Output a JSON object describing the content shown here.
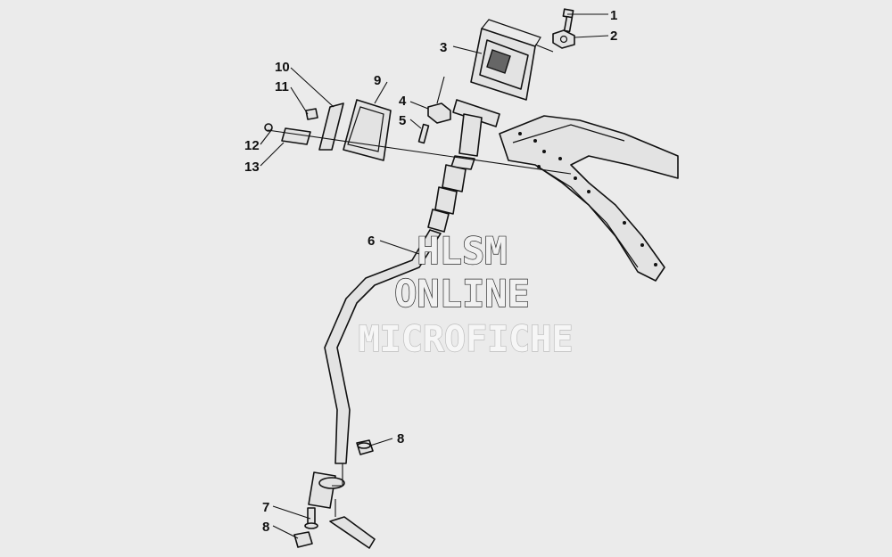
{
  "diagram": {
    "callouts": [
      {
        "id": "1",
        "label": "1"
      },
      {
        "id": "2",
        "label": "2"
      },
      {
        "id": "3",
        "label": "3"
      },
      {
        "id": "4",
        "label": "4"
      },
      {
        "id": "5",
        "label": "5"
      },
      {
        "id": "6",
        "label": "6"
      },
      {
        "id": "7",
        "label": "7"
      },
      {
        "id": "8a",
        "label": "8"
      },
      {
        "id": "8b",
        "label": "8"
      },
      {
        "id": "9",
        "label": "9"
      },
      {
        "id": "10",
        "label": "10"
      },
      {
        "id": "11",
        "label": "11"
      },
      {
        "id": "12",
        "label": "12"
      },
      {
        "id": "13",
        "label": "13"
      }
    ]
  },
  "watermark": {
    "line1": "HLSM",
    "line2": "ONLINE",
    "line3": "MICROFICHE"
  },
  "colors": {
    "background": "#ebebeb",
    "line": "#111111",
    "part_fill": "#e3e3e3"
  }
}
